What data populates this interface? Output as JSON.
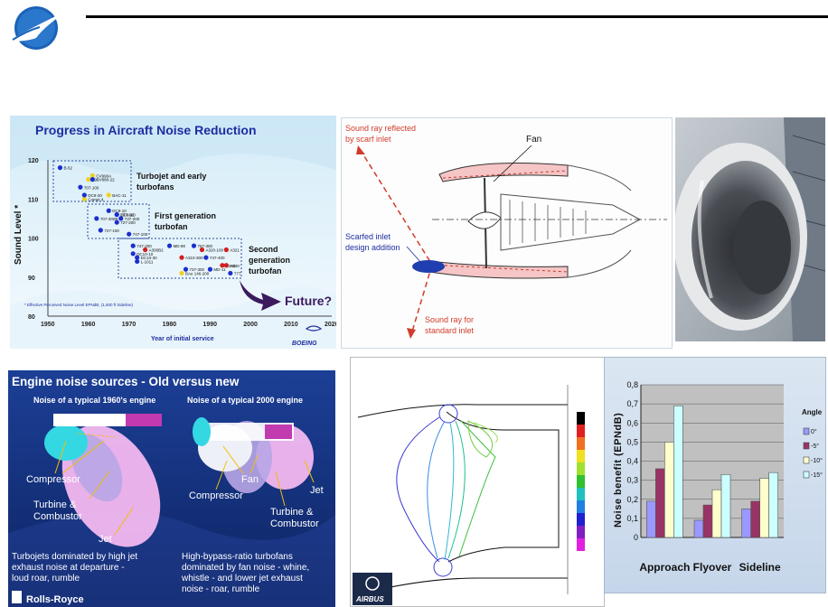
{
  "header": {
    "logo": "airline-logo-icon"
  },
  "panel_boeing": {
    "title": "Progress in Aircraft Noise Reduction",
    "ylabel": "Sound Level *",
    "xlabel": "Year of initial service",
    "footnote": "* Effective Perceived Noise Level EPNdB, (1,500 ft Sideline)",
    "brand": "BOEING",
    "group1": [
      "Turbojet and early",
      "turbofans"
    ],
    "group2": [
      "First generation",
      "turbofan"
    ],
    "group3": [
      "Second",
      "generation",
      "turbofan"
    ],
    "future": "Future?",
    "x_ticks": [
      "1950",
      "1960",
      "1970",
      "1980",
      "1990",
      "2000",
      "2010",
      "2020"
    ],
    "y_ticks": [
      "120",
      "110",
      "100",
      "90",
      "80"
    ],
    "points": [
      {
        "label": "B-52",
        "x": 1953,
        "y": 118,
        "color": "#1a2fd0"
      },
      {
        "label": "720",
        "x": 1960,
        "y": 115,
        "color": "#f0d020"
      },
      {
        "label": "CV990A",
        "x": 1961,
        "y": 116,
        "color": "#f0d020"
      },
      {
        "label": "CV880-22",
        "x": 1961,
        "y": 115,
        "color": "#1a2fd0"
      },
      {
        "label": "707-100",
        "x": 1958,
        "y": 113,
        "color": "#1a2fd0"
      },
      {
        "label": "Comet 4",
        "x": 1959,
        "y": 110,
        "color": "#f0d020"
      },
      {
        "label": "DC8-20",
        "x": 1959,
        "y": 111,
        "color": "#1a2fd0"
      },
      {
        "label": "BAC-11",
        "x": 1965,
        "y": 111,
        "color": "#f0d020"
      },
      {
        "label": "DC9-10",
        "x": 1965,
        "y": 107,
        "color": "#1a2fd0"
      },
      {
        "label": "DC8-61",
        "x": 1967,
        "y": 106,
        "color": "#1a2fd0"
      },
      {
        "label": "737-100",
        "x": 1967,
        "y": 106,
        "color": "#1a2fd0"
      },
      {
        "label": "707-300B",
        "x": 1962,
        "y": 105,
        "color": "#1a2fd0"
      },
      {
        "label": "737-200",
        "x": 1968,
        "y": 105,
        "color": "#1a2fd0"
      },
      {
        "label": "727-200",
        "x": 1967,
        "y": 104,
        "color": "#1a2fd0"
      },
      {
        "label": "727-100",
        "x": 1963,
        "y": 102,
        "color": "#1a2fd0"
      },
      {
        "label": "747-100",
        "x": 1970,
        "y": 101,
        "color": "#1a2fd0"
      },
      {
        "label": "747-200",
        "x": 1971,
        "y": 98,
        "color": "#1a2fd0"
      },
      {
        "label": "A300B2",
        "x": 1974,
        "y": 97,
        "color": "#d02020"
      },
      {
        "label": "DC10-10",
        "x": 1971,
        "y": 96,
        "color": "#1a2fd0"
      },
      {
        "label": "DC10-30",
        "x": 1972,
        "y": 95,
        "color": "#1a2fd0"
      },
      {
        "label": "L-1011",
        "x": 1972,
        "y": 94,
        "color": "#1a2fd0"
      },
      {
        "label": "MD-80",
        "x": 1980,
        "y": 98,
        "color": "#1a2fd0"
      },
      {
        "label": "767-300",
        "x": 1986,
        "y": 98,
        "color": "#1a2fd0"
      },
      {
        "label": "A320-100",
        "x": 1988,
        "y": 97,
        "color": "#d02020"
      },
      {
        "label": "A321",
        "x": 1994,
        "y": 97,
        "color": "#d02020"
      },
      {
        "label": "A310-300",
        "x": 1983,
        "y": 95,
        "color": "#d02020"
      },
      {
        "label": "747-400",
        "x": 1989,
        "y": 95,
        "color": "#1a2fd0"
      },
      {
        "label": "737-300",
        "x": 1984,
        "y": 92,
        "color": "#1a2fd0"
      },
      {
        "label": "A340",
        "x": 1993,
        "y": 93,
        "color": "#d02020"
      },
      {
        "label": "A330",
        "x": 1994,
        "y": 93,
        "color": "#d02020"
      },
      {
        "label": "MD-11",
        "x": 1990,
        "y": 92,
        "color": "#1a2fd0"
      },
      {
        "label": "BAe 146-200",
        "x": 1983,
        "y": 91,
        "color": "#f0d020"
      },
      {
        "label": "777",
        "x": 1995,
        "y": 91,
        "color": "#1a2fd0"
      }
    ]
  },
  "panel_scarf": {
    "ray_reflected": [
      "Sound ray reflected",
      "by scarf inlet"
    ],
    "fan": "Fan",
    "scarfed": [
      "Scarfed inlet",
      "design addition"
    ],
    "ray_standard": [
      "Sound ray for",
      "standard inlet"
    ]
  },
  "panel_rr": {
    "title": "Engine noise sources - Old versus new",
    "left_heading": "Noise of a typical 1960's engine",
    "right_heading": "Noise of a typical 2000 engine",
    "l_compressor": "Compressor",
    "l_turbine": [
      "Turbine &",
      "Combustor"
    ],
    "l_jet": "Jet",
    "r_fan": "Fan",
    "r_compressor": "Compressor",
    "r_jet": "Jet",
    "r_turbine": [
      "Turbine &",
      "Combustor"
    ],
    "left_caption": [
      "Turbojets dominated by high jet",
      "exhaust noise at departure -",
      "loud roar, rumble"
    ],
    "right_caption": [
      "High-bypass-ratio turbofans",
      "dominated by fan noise - whine,",
      "whistle - and lower jet exhaust",
      "noise - roar, rumble"
    ],
    "brand": "Rolls-Royce"
  },
  "panel_airbus": {
    "brand": "AIRBUS"
  },
  "chart_data": {
    "type": "bar",
    "categories": [
      "Approach",
      "Flyover",
      "Sideline"
    ],
    "ylabel": "Noise benefit (EPNdB)",
    "ylim": [
      0,
      0.8
    ],
    "y_ticks": [
      "0",
      "0,1",
      "0,2",
      "0,3",
      "0,4",
      "0,5",
      "0,6",
      "0,7",
      "0,8"
    ],
    "legend_title": "Angle",
    "legend_position": "right",
    "series": [
      {
        "name": "0°",
        "values": [
          0.19,
          0.09,
          0.15
        ],
        "color": "#9999ff"
      },
      {
        "name": "-5°",
        "values": [
          0.36,
          0.17,
          0.19
        ],
        "color": "#993366"
      },
      {
        "name": "-10°",
        "values": [
          0.5,
          0.25,
          0.31
        ],
        "color": "#ffffcc"
      },
      {
        "name": "-15°",
        "values": [
          0.69,
          0.33,
          0.34
        ],
        "color": "#ccffff"
      }
    ]
  }
}
